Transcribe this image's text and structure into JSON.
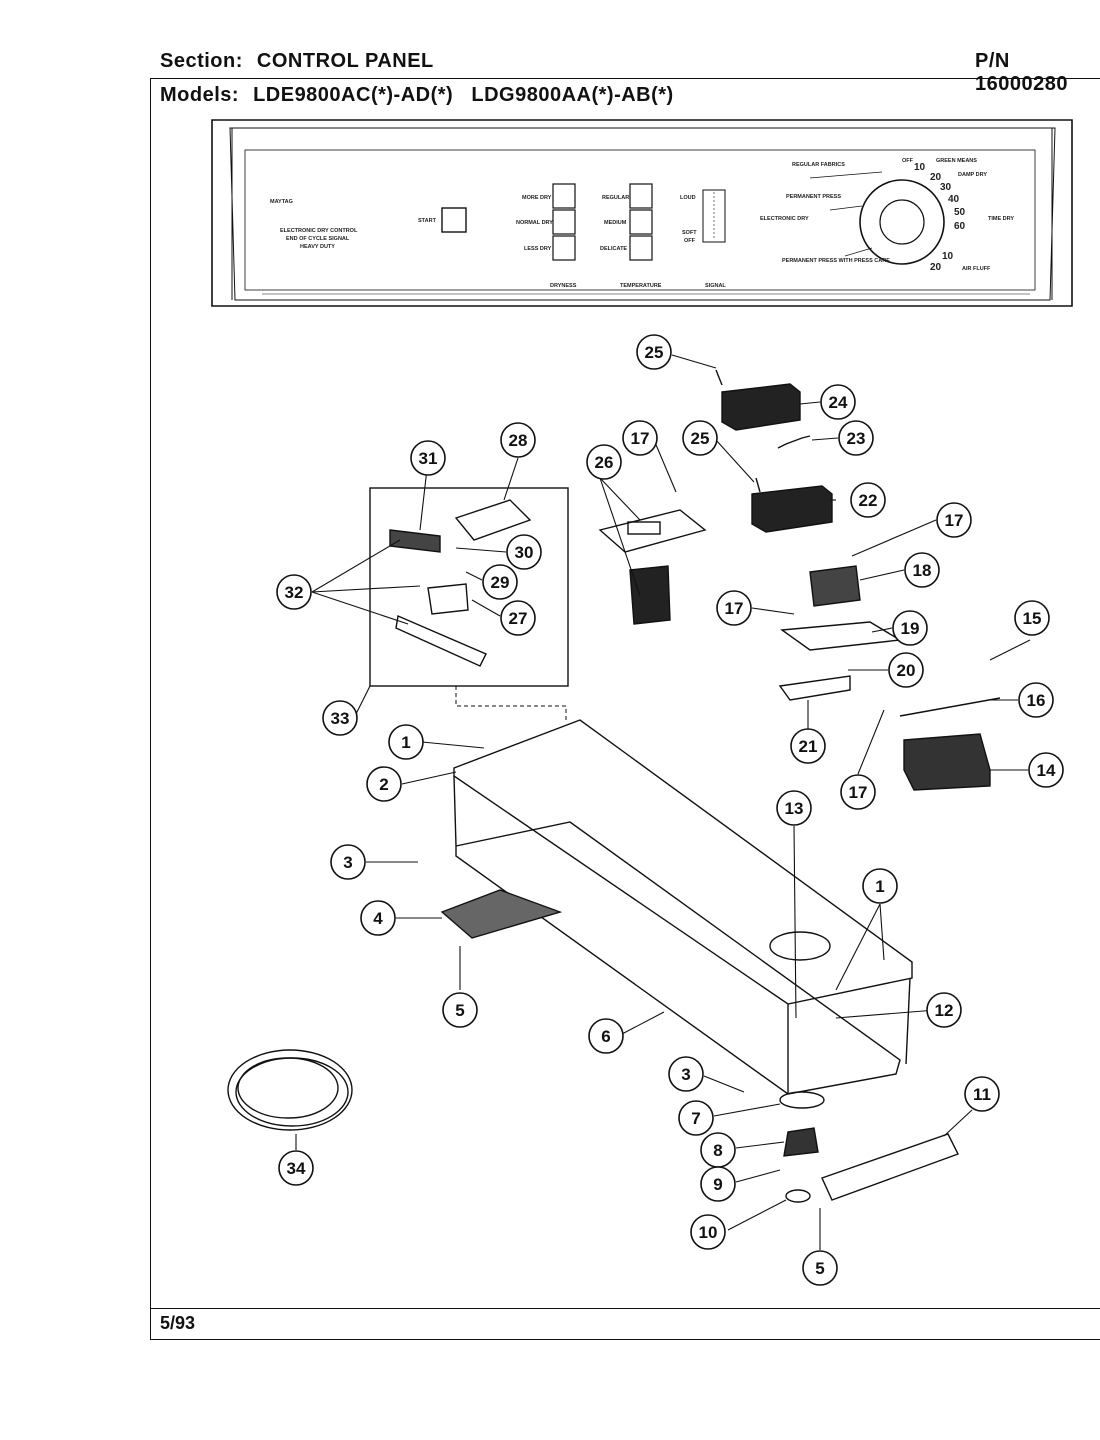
{
  "header": {
    "section_key": "Section:",
    "section_value": "CONTROL PANEL",
    "pn": "P/N 16000280",
    "models_key": "Models:",
    "models_value": "LDE9800AC(*)-AD(*)   LDG9800AA(*)-AB(*)"
  },
  "footer": {
    "date": "5/93"
  },
  "panel": {
    "brand": "MAYTAG",
    "desc": [
      "ELECTRONIC DRY CONTROL",
      "END OF CYCLE SIGNAL",
      "HEAVY DUTY"
    ],
    "start": "START",
    "dryness": [
      "MORE DRY",
      "NORMAL DRY",
      "LESS DRY"
    ],
    "temperature": [
      "REGULAR",
      "MEDIUM",
      "DELICATE"
    ],
    "signal": [
      "LOUD",
      "SOFT",
      "OFF"
    ],
    "bottom": [
      "DRYNESS",
      "TEMPERATURE",
      "SIGNAL"
    ],
    "dial_left": [
      "REGULAR FABRICS",
      "PERMANENT PRESS",
      "ELECTRONIC DRY",
      "PERMANENT PRESS WITH PRESS CARE"
    ],
    "dial_numbers": [
      "10",
      "20",
      "30",
      "40",
      "50",
      "60",
      "10",
      "20"
    ],
    "dial_right": [
      "TIME DRY",
      "AIR FLUFF"
    ],
    "dial_top": [
      "OFF",
      "GREEN MEANS",
      "DAMP DRY"
    ]
  },
  "callouts": [
    "1",
    "2",
    "3",
    "4",
    "5",
    "6",
    "7",
    "8",
    "9",
    "10",
    "11",
    "12",
    "13",
    "14",
    "15",
    "16",
    "17",
    "18",
    "19",
    "20",
    "21",
    "22",
    "23",
    "24",
    "25",
    "26",
    "27",
    "28",
    "29",
    "30",
    "31",
    "32",
    "33",
    "34"
  ]
}
